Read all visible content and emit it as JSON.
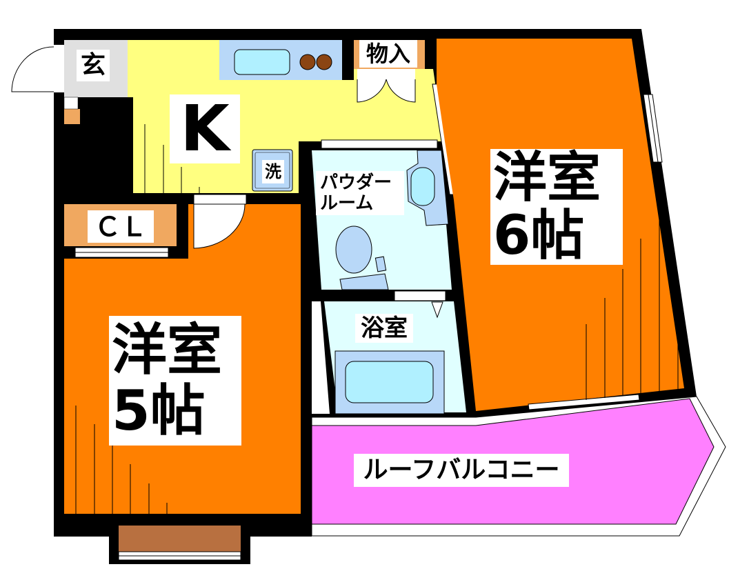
{
  "floorplan": {
    "colors": {
      "wall": "#000000",
      "western_room": "#ff8000",
      "kitchen": "#ffff80",
      "entrance": "#e0e0e0",
      "closet": "#f0a860",
      "wet_area": "#e0ffff",
      "fixture": "#b8d8f8",
      "fixture_inner": "#b0f0ff",
      "balcony": "#ff80ff",
      "stove": "#8b4513",
      "bay": "#b87040"
    },
    "rooms": {
      "entrance": {
        "label": "玄"
      },
      "kitchen": {
        "label": "K"
      },
      "storage": {
        "label": "物入"
      },
      "washer": {
        "label": "洗"
      },
      "powder_room": {
        "line1": "パウダー",
        "line2": "ルーム"
      },
      "bathroom": {
        "label": "浴室"
      },
      "closet": {
        "label": "ＣＬ"
      },
      "western_6": {
        "line1": "洋室",
        "line2": "6帖"
      },
      "western_5": {
        "line1": "洋室",
        "line2": "5帖"
      },
      "balcony": {
        "label": "ルーフバルコニー"
      }
    }
  }
}
